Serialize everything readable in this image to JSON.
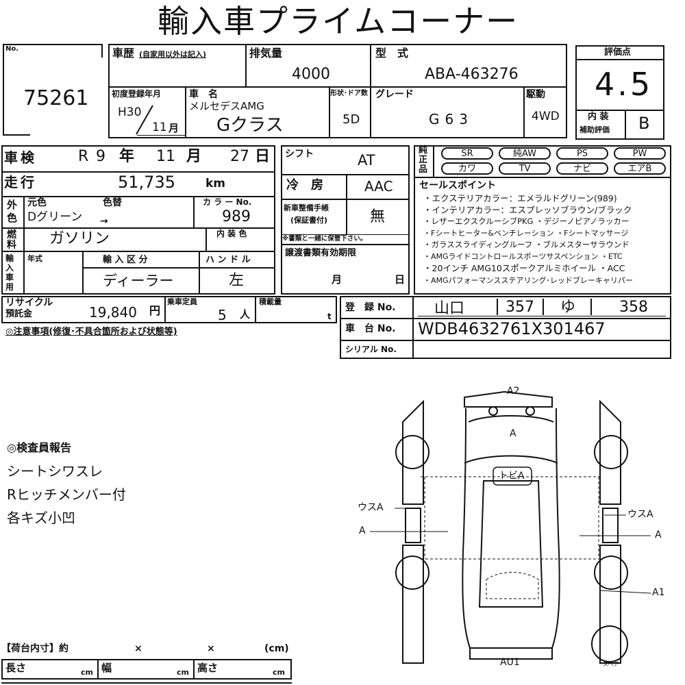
{
  "title": "輸入車プライムコーナー",
  "lot": {
    "label": "No.",
    "number": "75261"
  },
  "history": {
    "label": "車歴",
    "note": "(自家用以外は記入)"
  },
  "displacement": {
    "label": "排気量",
    "value": "4000"
  },
  "model_code": {
    "label": "型　式",
    "value": "ABA-463276"
  },
  "first_reg": {
    "label": "初度登録年月",
    "era": "H30",
    "month": "11",
    "month_unit": "月"
  },
  "car_name": {
    "label": "車　名",
    "maker": "メルセデスAMG",
    "name": "Gクラス"
  },
  "doors": {
    "label": "形状･ドア数",
    "value": "5D"
  },
  "grade": {
    "label": "グレード",
    "value": "G63"
  },
  "drive": {
    "label": "駆動",
    "value": "4WD"
  },
  "rating": {
    "label": "評価点",
    "score": "4.5",
    "interior_label_1": "内 装",
    "interior_label_2": "補助評価",
    "interior": "B"
  },
  "inspection": {
    "label": "車検",
    "era": "R",
    "year": "9",
    "year_unit": "年",
    "month": "11",
    "month_unit": "月",
    "day": "27",
    "day_unit": "日"
  },
  "shift": {
    "label": "シフト",
    "value": "AT"
  },
  "mileage": {
    "label": "走行",
    "value": "51,735",
    "unit": "km"
  },
  "aircon": {
    "label": "冷　房",
    "value": "AAC"
  },
  "color": {
    "label_1": "外",
    "label_2": "色",
    "orig_label": "元色",
    "change_label": "色替",
    "orig": "Dグリーン",
    "arrow": "→",
    "no_label": "カ ラ ー No.",
    "no": "989",
    "interior_color_label": "内 装 色"
  },
  "fuel": {
    "label_1": "燃",
    "label_2": "料",
    "value": "ガソリン"
  },
  "warranty": {
    "label_1": "新車整備手帳",
    "label_2": "(保証書付)",
    "value": "無",
    "note": "※書類と一緒に保管下さい。"
  },
  "transfer": {
    "label": "譲渡書類有効期限",
    "month_unit": "月",
    "day_unit": "日"
  },
  "import": {
    "label": "輸入車用",
    "year_label": "年式",
    "type_label": "輸 入 区 分",
    "type": "ディーラー",
    "handle_label": "ハ ン ド ル",
    "handle": "左"
  },
  "equipment": {
    "label_1": "純",
    "label_2": "正",
    "label_3": "品",
    "items": [
      "SR",
      "純AW",
      "PS",
      "PW",
      "カワ",
      "TV",
      "ナビ",
      "エアB"
    ]
  },
  "sales_points": {
    "label": "セールスポイント",
    "lines": [
      "・エクステリアカラー：エメラルドグリーン(989)",
      "・インテリアカラー：エスプレッソブラウン/ブラック",
      "・レザーエクスクルーシブPKG ・デジーノピアノラッカー",
      "・Fシートヒーター&ベンチレーション ・Fシートマッサージ",
      "・ガラススライディングルーフ ・ブルメスターサラウンド",
      "・AMGライドコントロールスポーツサスペンション ・ETC",
      "・20インチ AMG10スポークアルミホイール ・ACC",
      "・AMGパフォーマンスステアリング･レッドブレーキャリパー"
    ]
  },
  "recycle": {
    "label_1": "リサイクル",
    "label_2": "預託金",
    "value": "19,840",
    "unit": "円"
  },
  "capacity": {
    "label": "乗車定員",
    "value": "5",
    "unit": "人"
  },
  "load": {
    "label": "積載量",
    "unit": "t"
  },
  "registration": {
    "label": "登　録 No.",
    "area": "山口",
    "class": "357",
    "kana": "ゆ",
    "number": "358"
  },
  "chassis": {
    "label": "車　台 No.",
    "value": "WDB4632761X301467"
  },
  "serial": {
    "label": "シリアル No."
  },
  "notes_header": "◎注意事項(修復･不具合箇所および状態等)",
  "inspector": {
    "header": "◎検査員報告",
    "lines": [
      "シートシワスレ",
      "Rヒッチメンバー付",
      "各キズ小凹"
    ]
  },
  "cargo": {
    "header": "【荷台内寸】約",
    "x1": "×",
    "x2": "×",
    "unit": "(cm)",
    "length": "長さ",
    "width": "幅",
    "height": "高さ",
    "cm": "cm"
  },
  "diagram": {
    "a2": "A2",
    "front": "A",
    "roof": "トビA",
    "left_upper": "ウスA",
    "left_lower": "A",
    "right_upper": "ウスA",
    "right_lower": "A",
    "right_rear": "A1",
    "rear": "AU1",
    "spare": "スペア"
  }
}
